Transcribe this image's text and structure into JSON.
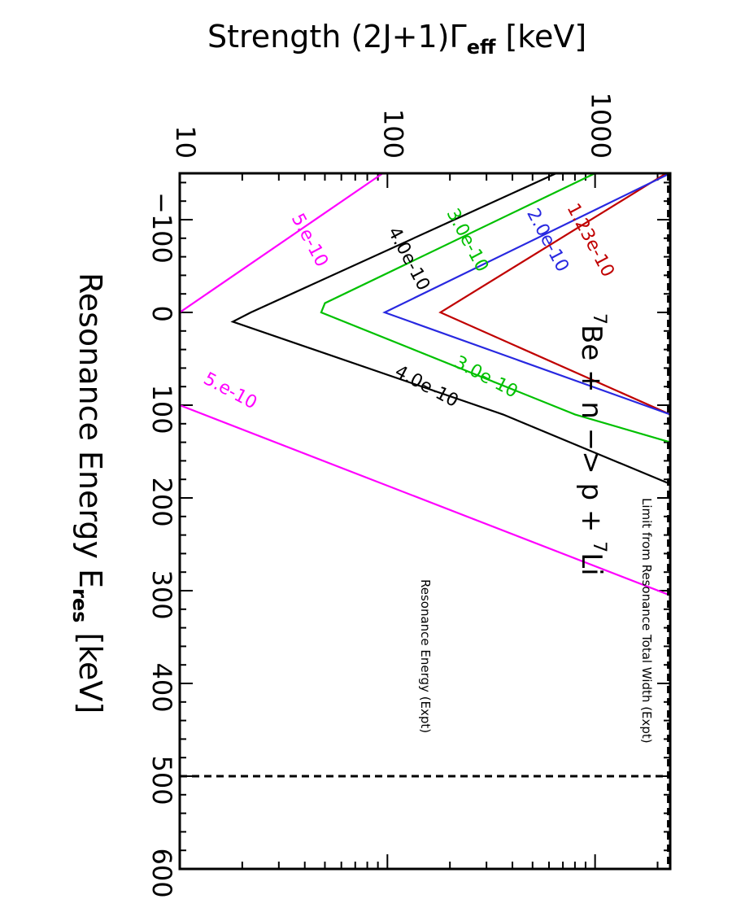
{
  "chart_data": {
    "type": "line",
    "orientation": "rotated 90 degrees clockwise",
    "xlabel": "Resonance Energy E",
    "xlabel_sub": "res",
    "xlabel_unit": "[keV]",
    "ylabel": "Strength (2J+1)Γ",
    "ylabel_sub": "eff",
    "ylabel_unit": "[keV]",
    "xlim": [
      -150,
      600
    ],
    "xticks": [
      -100,
      0,
      100,
      200,
      300,
      400,
      500,
      600
    ],
    "ylim": [
      10,
      2300
    ],
    "yscale": "log",
    "yticks": [
      10,
      100,
      1000
    ],
    "reaction": {
      "prefix_sup": "7",
      "part1": "Be + n −> p + ",
      "suffix_sup": "7",
      "part2": "Li"
    },
    "series": [
      {
        "name": "1.23e-10",
        "label": "1.23e-10",
        "label2": "",
        "color": "#c00000",
        "x": [
          -150,
          0,
          110
        ],
        "y": [
          2200,
          180,
          2300
        ]
      },
      {
        "name": "2.0e-10",
        "label": "2.0e-10",
        "label2": "",
        "color": "#2828e0",
        "x": [
          -150,
          0,
          110
        ],
        "y": [
          2300,
          97,
          2300
        ]
      },
      {
        "name": "3.0e-10",
        "label": "3.0e-10",
        "label2": "3.0e-10",
        "color": "#00c000",
        "x": [
          -150,
          -10,
          0,
          110,
          140
        ],
        "y": [
          1000,
          50,
          48,
          800,
          2300
        ]
      },
      {
        "name": "4.0e-10",
        "label": "4.0e-10",
        "label2": "4.0e-10",
        "color": "#000000",
        "x": [
          -150,
          0,
          10,
          110,
          185
        ],
        "y": [
          650,
          22,
          18,
          360,
          2300
        ]
      },
      {
        "name": "5.e-10",
        "label": "5.e-10",
        "label2": "5.e-10",
        "color": "#ff00ff",
        "x": [
          -150,
          0,
          100,
          305
        ],
        "y": [
          95,
          10,
          10,
          2300
        ]
      }
    ],
    "reference_lines": [
      {
        "label": "Resonance Energy (Expt)",
        "axis": "x",
        "value": 500
      },
      {
        "label": "Limit from Resonance Total Width (Expt)",
        "axis": "y",
        "value": 2250
      }
    ]
  }
}
